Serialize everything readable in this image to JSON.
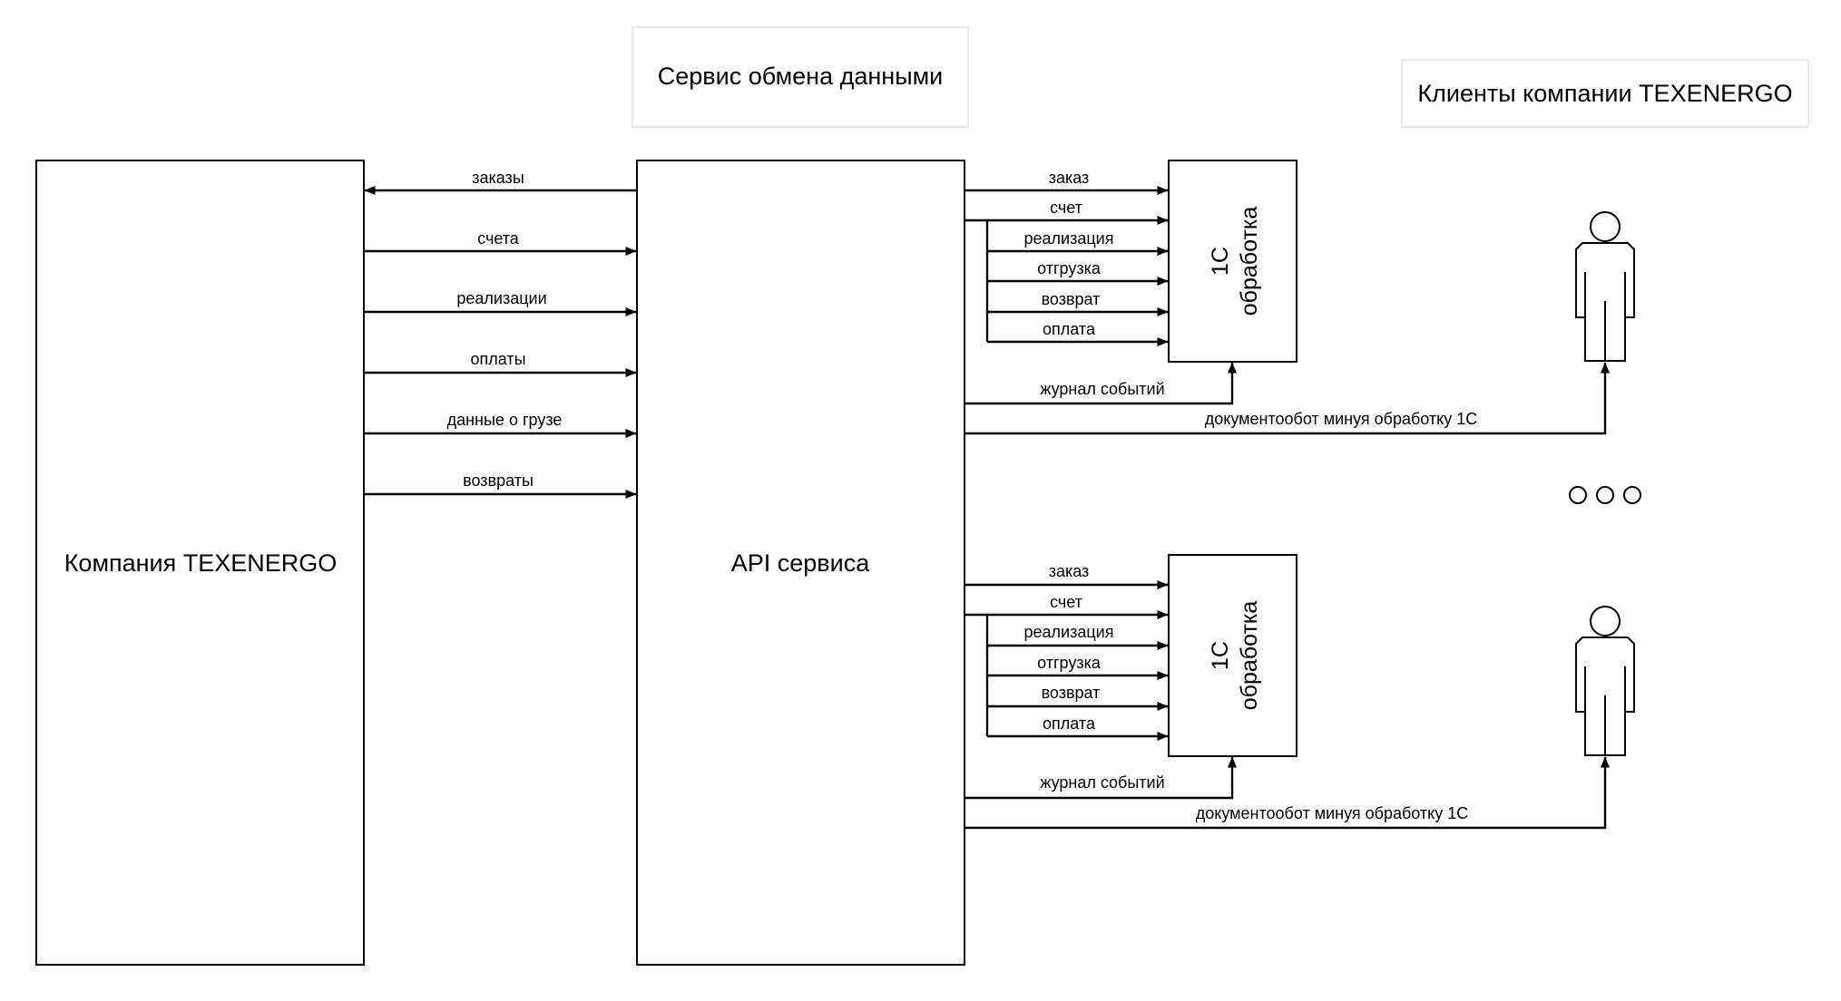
{
  "header": {
    "service_title": "Сервис обмена данными",
    "clients_title": "Клиенты компании TEXENERGO"
  },
  "company_box": {
    "label": "Компания TEXENERGO"
  },
  "api_box": {
    "label": "API сервиса"
  },
  "company_flows": {
    "to_company": "заказы",
    "to_api": [
      "счета",
      "реализации",
      "оплаты",
      "данные о грузе",
      "возвраты"
    ]
  },
  "client_blocks": [
    {
      "processing_label_line1": "1С",
      "processing_label_line2": "обработка",
      "labels": [
        "заказ",
        "счет",
        "реализация",
        "отгрузка",
        "возврат",
        "оплата"
      ],
      "event_log": "журнал событий",
      "bypass": "документообот минуя обработку 1С"
    },
    {
      "processing_label_line1": "1С",
      "processing_label_line2": "обработка",
      "labels": [
        "заказ",
        "счет",
        "реализация",
        "отгрузка",
        "возврат",
        "оплата"
      ],
      "event_log": "журнал событий",
      "bypass": "документообот минуя обработку 1С"
    }
  ],
  "ellipsis_icon": "ellipsis-circles-icon",
  "person_icon": "person-icon"
}
